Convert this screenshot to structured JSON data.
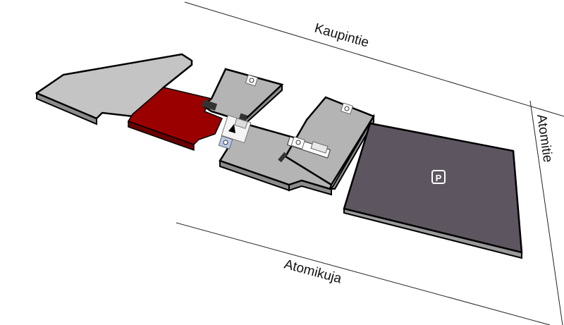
{
  "streets": {
    "north": "Kaupintie",
    "east": "Atomitie",
    "south": "Atomikuja"
  },
  "parking": {
    "label": "P"
  },
  "colors": {
    "building": "#b4b4b4",
    "building_side": "#8c8c8c",
    "highlight": "#9b0000",
    "parking": "#5d5560",
    "parking_side": "#9a9a9a",
    "elevator": "#b8c8e8"
  }
}
